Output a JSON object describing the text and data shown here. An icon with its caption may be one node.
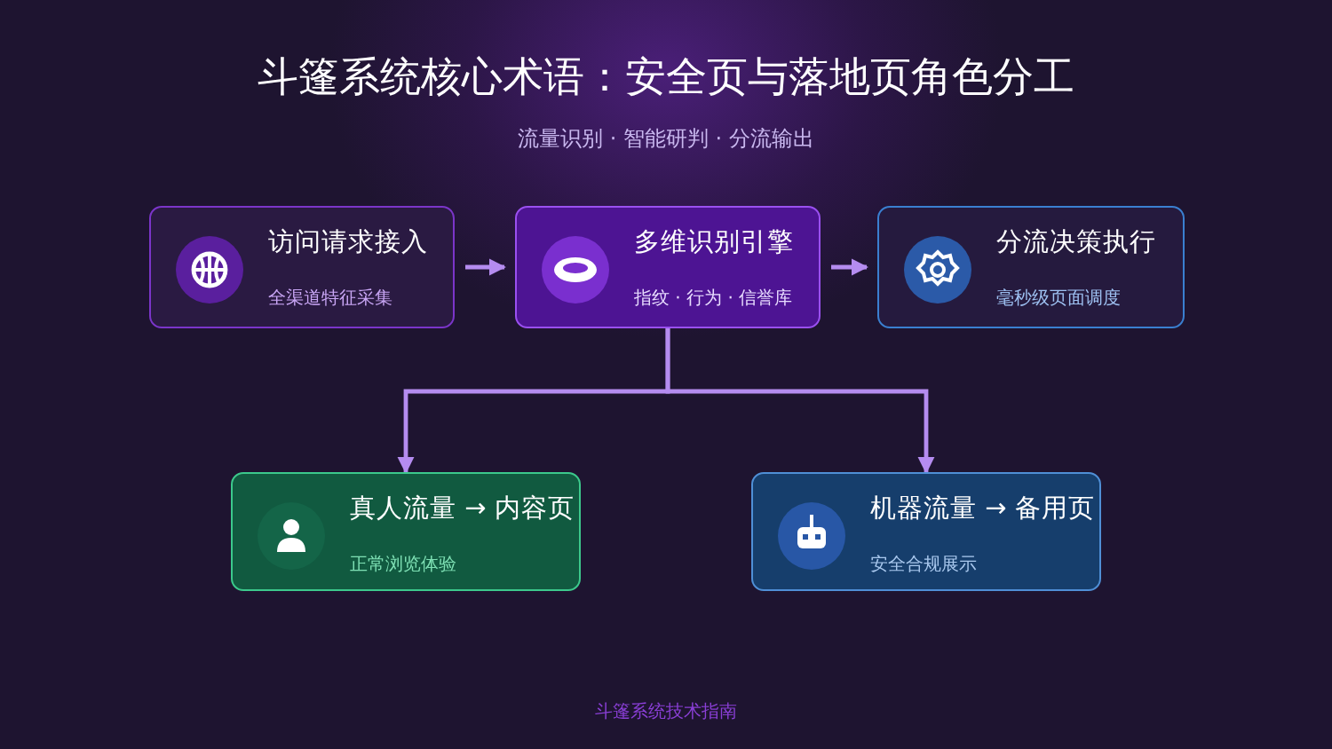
{
  "diagram": {
    "title": "斗篷系统核心术语：安全页与落地页角色分工",
    "nodes": [
      {
        "text": [
          "访问请求接入",
          "全渠道特征采集"
        ]
      },
      {
        "text": [
          "多维识别引擎",
          "指纹 · 行为 · 信誉库"
        ]
      },
      {
        "text": [
          "分流决策执行",
          "毫秒级页面调度"
        ]
      },
      {
        "text": [
          "真人流量 → 内容页",
          "正常浏览体验"
        ]
      },
      {
        "text": [
          "机器流量 → 备用页",
          "安全合规展示"
        ]
      }
    ],
    "edges": [
      {
        "from": 0,
        "to": 1,
        "arrow": "to"
      },
      {
        "from": 1,
        "to": 2,
        "arrow": "to"
      },
      {
        "from": 1,
        "to": 3,
        "arrow": "to"
      },
      {
        "from": 1,
        "to": 4,
        "arrow": "to"
      }
    ],
    "labels": [
      "流量识别 · 智能研判 · 分流输出",
      "斗篷系统技术指南"
    ]
  }
}
